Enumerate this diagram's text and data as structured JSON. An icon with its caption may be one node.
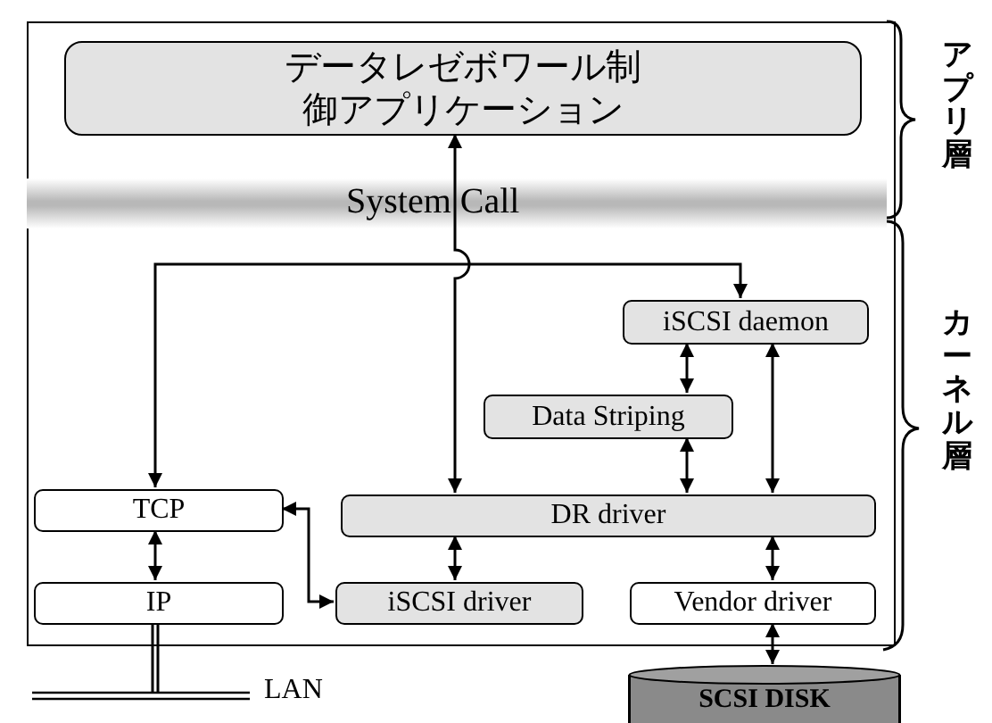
{
  "diagram": {
    "nodes": [
      {
        "text": [],
        "shape": "box"
      },
      {
        "text": [
          "データレゼボワール制御アプリケーション"
        ],
        "in": 0
      },
      {
        "text": [
          "iSCSI daemon"
        ],
        "in": 0
      },
      {
        "text": [
          "Data Striping"
        ],
        "in": 0
      },
      {
        "text": [
          "TCP"
        ],
        "in": 0
      },
      {
        "text": [
          "DR driver"
        ],
        "in": 0
      },
      {
        "text": [
          "IP"
        ],
        "in": 0
      },
      {
        "text": [
          "iSCSI driver"
        ],
        "in": 0
      },
      {
        "text": [
          "Vendor driver"
        ],
        "in": 0
      },
      {
        "text": [
          "SCSI DISK"
        ]
      },
      {
        "text": [],
        "shape": "bar",
        "beside": [
          "LAN"
        ]
      }
    ],
    "edges": [
      {
        "from": 5,
        "to": 1,
        "arrow": "both"
      },
      {
        "from": 4,
        "to": 2,
        "arrow": "both"
      },
      {
        "from": 2,
        "to": 3,
        "arrow": "both"
      },
      {
        "from": 3,
        "to": 5,
        "arrow": "both"
      },
      {
        "from": 2,
        "to": 5,
        "arrow": "both"
      },
      {
        "from": 4,
        "to": 6,
        "arrow": "both"
      },
      {
        "from": 4,
        "to": 7,
        "arrow": "both"
      },
      {
        "from": 5,
        "to": 7,
        "arrow": "both"
      },
      {
        "from": 5,
        "to": 8,
        "arrow": "both"
      },
      {
        "from": 8,
        "to": 9,
        "arrow": "both"
      },
      {
        "from": 6,
        "to": 10,
        "arrow": "none"
      }
    ],
    "labels": [
      "アプリ層",
      "System Call",
      "カーネル層"
    ]
  }
}
